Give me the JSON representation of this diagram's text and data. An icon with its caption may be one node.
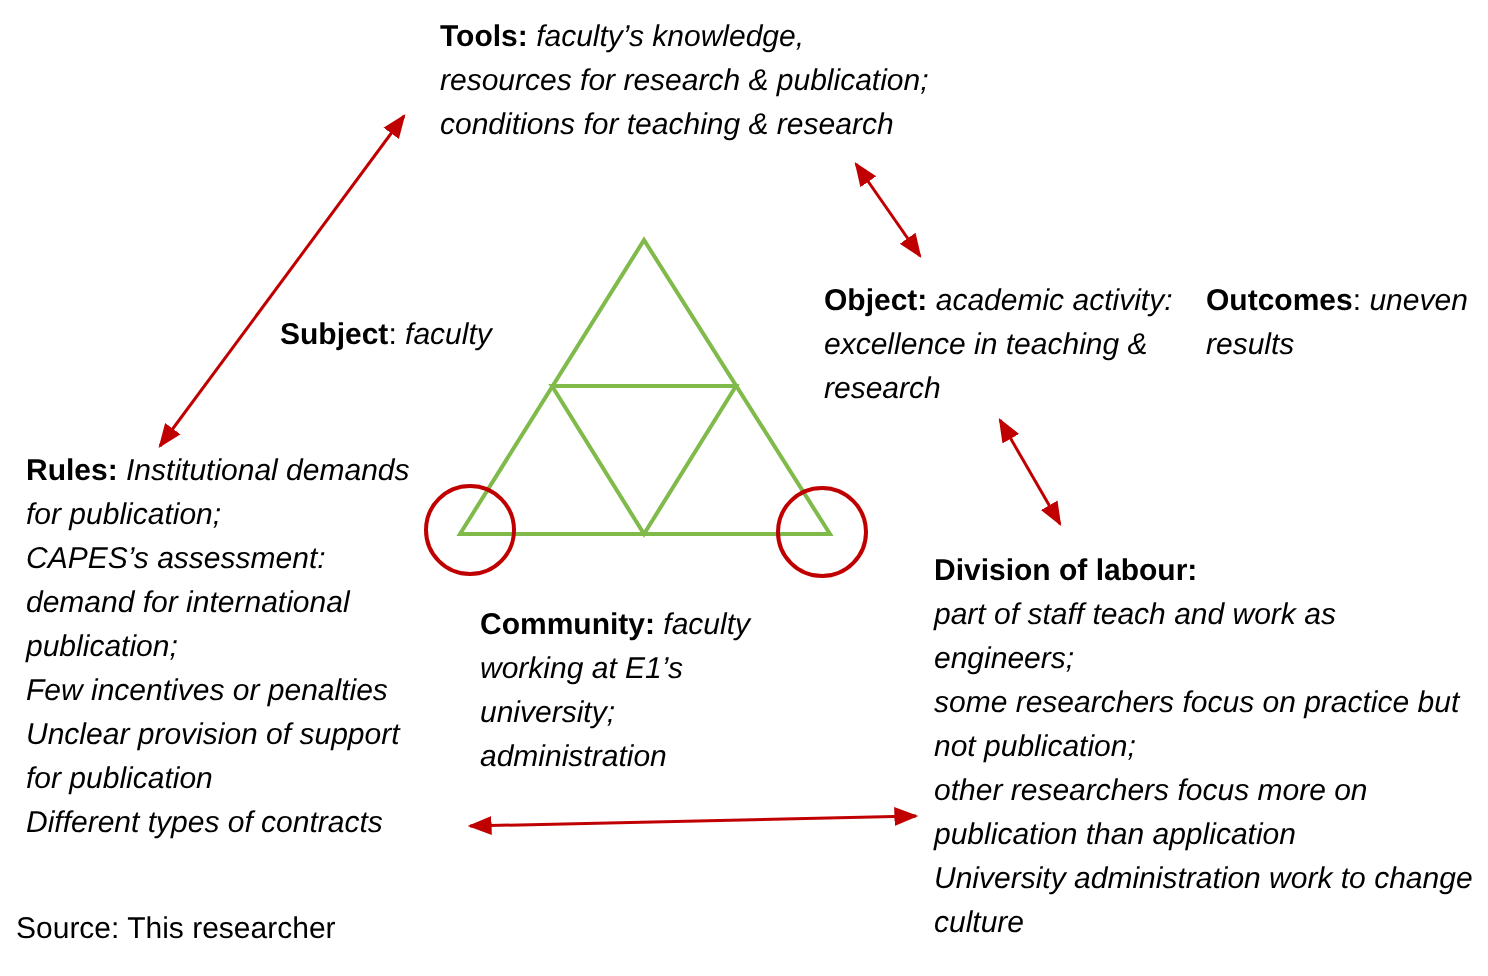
{
  "diagram": {
    "nodes": [
      {
        "text": [
          "**Tools:** *faculty’s knowledge, resources for research & publication; conditions for teaching & research*"
        ]
      },
      {
        "text": [
          "**Object:** *academic activity: excellence in teaching & research*"
        ]
      },
      {
        "text": [
          "**Outcomes**: *uneven results*"
        ]
      },
      {
        "text": [
          "**Subject**: *faculty*"
        ]
      },
      {
        "text": [
          "**Rules:** *Institutional demands for publication;*",
          "*CAPES’s assessment: demand for international publication;*",
          "*Few incentives or penalties*",
          "*Unclear provision of support for publication*",
          "*Different types of contracts*"
        ]
      },
      {
        "text": [
          "**Community:** *faculty working at E1’s university; administration*"
        ]
      },
      {
        "text": [
          "**Division of labour:**",
          "*part of staff teach and work as engineers;*",
          "*some researchers focus on practice but not publication;*",
          "*other researchers focus more on publication than application*",
          "*University administration work to change culture*"
        ]
      }
    ],
    "edges": [
      {
        "from": 4,
        "to": 0,
        "arrow": "both"
      },
      {
        "from": 0,
        "to": 1,
        "arrow": "both"
      },
      {
        "from": 1,
        "to": 6,
        "arrow": "both"
      },
      {
        "from": 4,
        "to": 6,
        "arrow": "both"
      }
    ],
    "labels": [
      "Source: This researcher"
    ]
  }
}
